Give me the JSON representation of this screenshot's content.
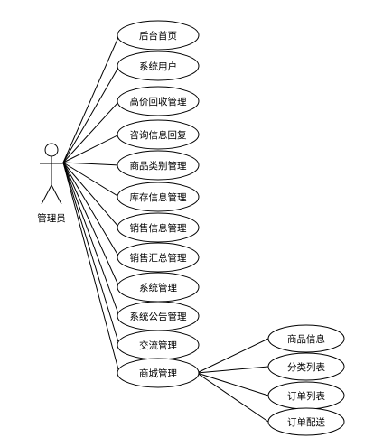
{
  "actor": {
    "label": "管理员"
  },
  "use_cases": [
    {
      "id": "uc-1",
      "label": "后台首页"
    },
    {
      "id": "uc-2",
      "label": "系统用户"
    },
    {
      "id": "uc-3",
      "label": "高价回收管理"
    },
    {
      "id": "uc-4",
      "label": "咨询信息回复"
    },
    {
      "id": "uc-5",
      "label": "商品类别管理"
    },
    {
      "id": "uc-6",
      "label": "库存信息管理"
    },
    {
      "id": "uc-7",
      "label": "销售信息管理"
    },
    {
      "id": "uc-8",
      "label": "销售汇总管理"
    },
    {
      "id": "uc-9",
      "label": "系统管理"
    },
    {
      "id": "uc-10",
      "label": "系统公告管理"
    },
    {
      "id": "uc-11",
      "label": "交流管理"
    },
    {
      "id": "uc-12",
      "label": "商城管理"
    }
  ],
  "sub_use_cases": [
    {
      "id": "sub-1",
      "label": "商品信息"
    },
    {
      "id": "sub-2",
      "label": "分类列表"
    },
    {
      "id": "sub-3",
      "label": "订单列表"
    },
    {
      "id": "sub-4",
      "label": "订单配送"
    }
  ]
}
